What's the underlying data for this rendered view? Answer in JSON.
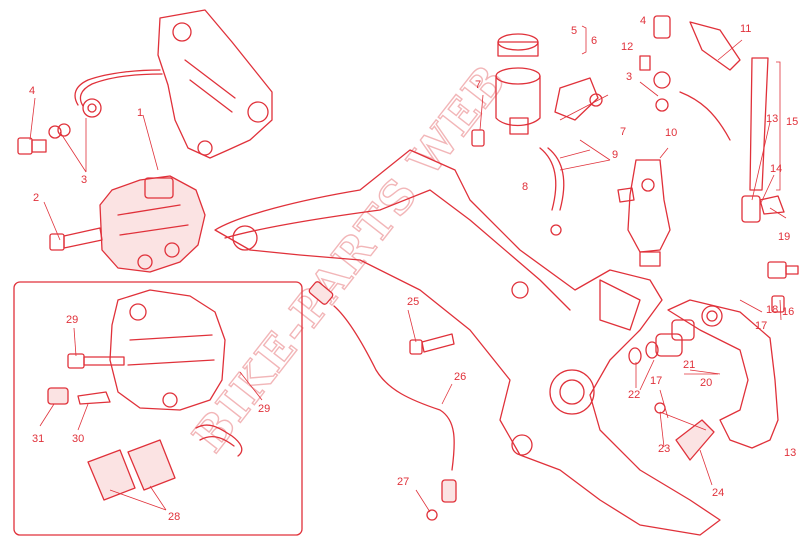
{
  "diagram": {
    "watermark": "BIKE-PARTS WEB",
    "accent_color": "#e0313a",
    "callouts": [
      {
        "key": "c1",
        "label": "1"
      },
      {
        "key": "c2",
        "label": "2"
      },
      {
        "key": "c3a",
        "label": "3"
      },
      {
        "key": "c3b",
        "label": "3"
      },
      {
        "key": "c4a",
        "label": "4"
      },
      {
        "key": "c4b",
        "label": "4"
      },
      {
        "key": "c5",
        "label": "5"
      },
      {
        "key": "c6",
        "label": "6"
      },
      {
        "key": "c7a",
        "label": "7"
      },
      {
        "key": "c7b",
        "label": "7"
      },
      {
        "key": "c8",
        "label": "8"
      },
      {
        "key": "c9",
        "label": "9"
      },
      {
        "key": "c10",
        "label": "10"
      },
      {
        "key": "c11",
        "label": "11"
      },
      {
        "key": "c12",
        "label": "12"
      },
      {
        "key": "c13a",
        "label": "13"
      },
      {
        "key": "c13b",
        "label": "13"
      },
      {
        "key": "c14",
        "label": "14"
      },
      {
        "key": "c15",
        "label": "15"
      },
      {
        "key": "c16",
        "label": "16"
      },
      {
        "key": "c17a",
        "label": "17"
      },
      {
        "key": "c17b",
        "label": "17"
      },
      {
        "key": "c18",
        "label": "18"
      },
      {
        "key": "c19",
        "label": "19"
      },
      {
        "key": "c20",
        "label": "20"
      },
      {
        "key": "c21",
        "label": "21"
      },
      {
        "key": "c22",
        "label": "22"
      },
      {
        "key": "c23",
        "label": "23"
      },
      {
        "key": "c24",
        "label": "24"
      },
      {
        "key": "c25",
        "label": "25"
      },
      {
        "key": "c26",
        "label": "26"
      },
      {
        "key": "c27",
        "label": "27"
      },
      {
        "key": "c28",
        "label": "28"
      },
      {
        "key": "c29a",
        "label": "29"
      },
      {
        "key": "c29b",
        "label": "29"
      },
      {
        "key": "c30",
        "label": "30"
      },
      {
        "key": "c31",
        "label": "31"
      }
    ]
  }
}
